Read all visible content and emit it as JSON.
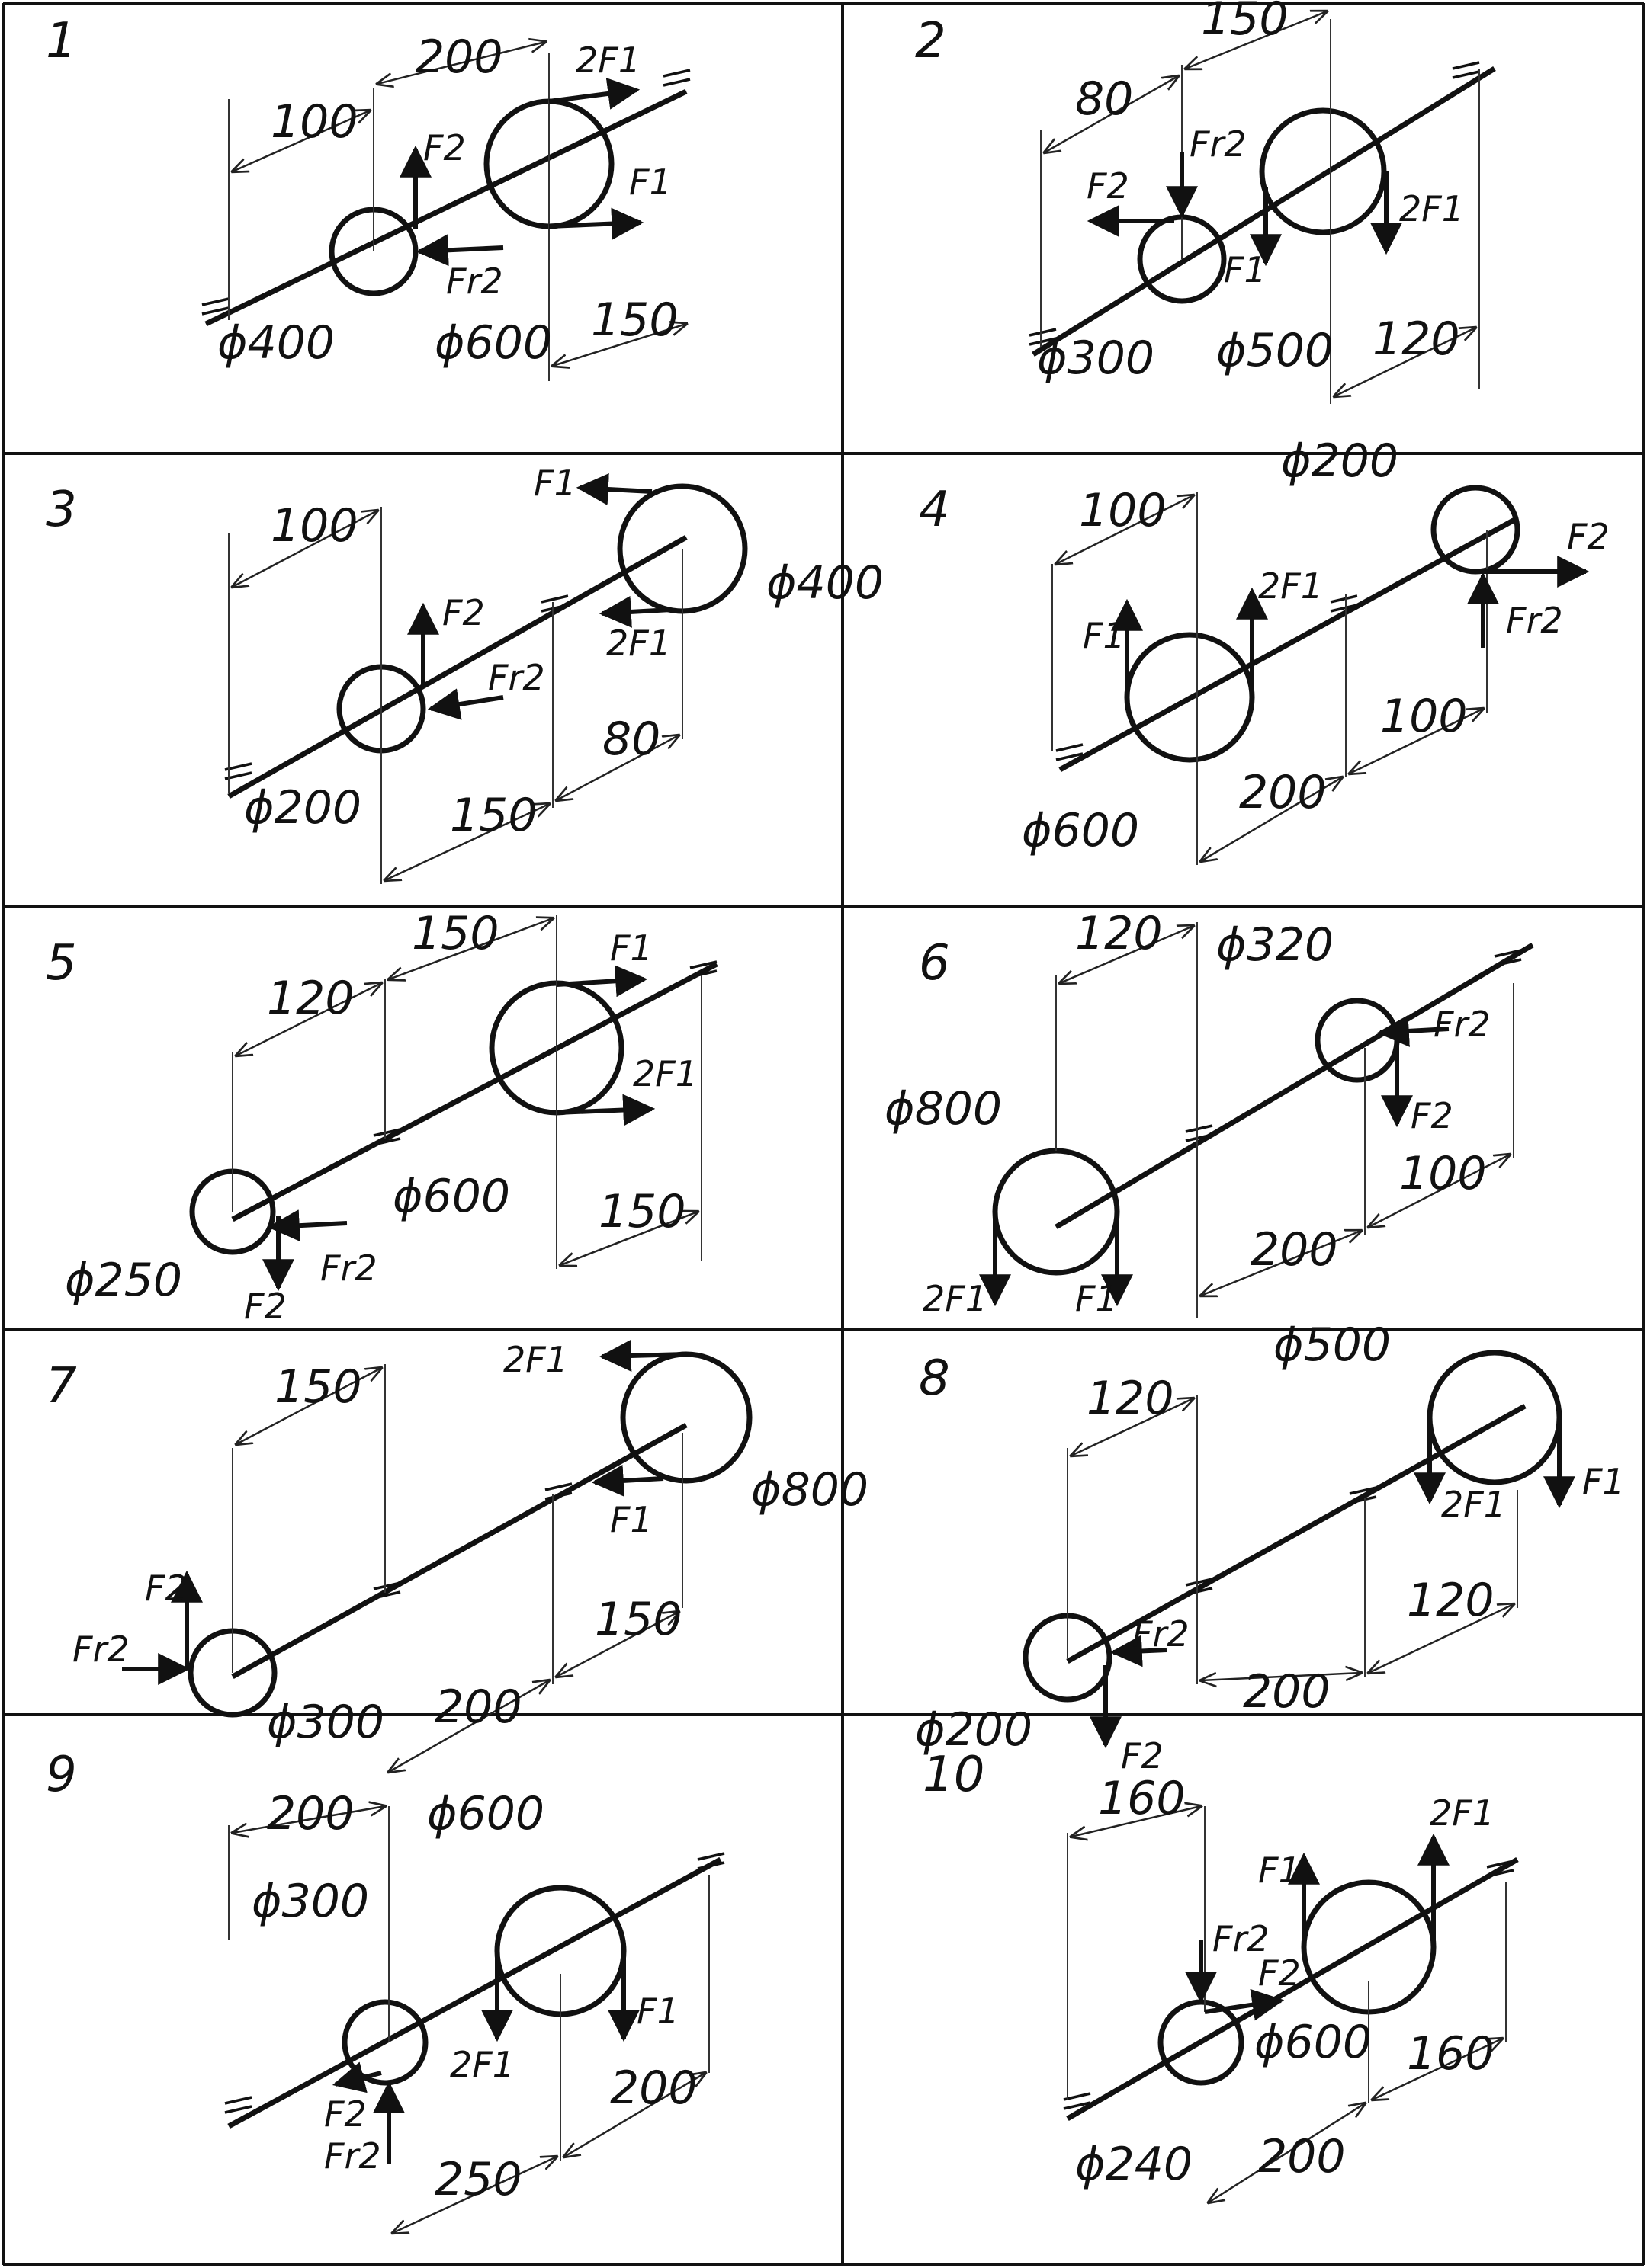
{
  "panels": [
    {
      "num": "1",
      "dims": [
        "100",
        "200",
        "150"
      ],
      "diams": [
        "ϕ400",
        "ϕ600"
      ],
      "forces": [
        "2F1",
        "F1",
        "F2",
        "Fr2"
      ]
    },
    {
      "num": "2",
      "dims": [
        "80",
        "150",
        "120"
      ],
      "diams": [
        "ϕ300",
        "ϕ500"
      ],
      "forces": [
        "Fr2",
        "F2",
        "F1",
        "2F1"
      ]
    },
    {
      "num": "3",
      "dims": [
        "100",
        "150",
        "80"
      ],
      "diams": [
        "ϕ200",
        "ϕ400"
      ],
      "forces": [
        "F1",
        "2F1",
        "F2",
        "Fr2"
      ]
    },
    {
      "num": "4",
      "dims": [
        "100",
        "200",
        "100"
      ],
      "diams": [
        "ϕ600",
        "ϕ200"
      ],
      "forces": [
        "F1",
        "2F1",
        "F2",
        "Fr2"
      ]
    },
    {
      "num": "5",
      "dims": [
        "120",
        "150",
        "150"
      ],
      "diams": [
        "ϕ600",
        "ϕ250"
      ],
      "forces": [
        "F1",
        "2F1",
        "F2",
        "Fr2"
      ]
    },
    {
      "num": "6",
      "dims": [
        "120",
        "200",
        "100"
      ],
      "diams": [
        "ϕ800",
        "ϕ320"
      ],
      "forces": [
        "2F1",
        "F1",
        "Fr2",
        "F2"
      ]
    },
    {
      "num": "7",
      "dims": [
        "150",
        "200",
        "150"
      ],
      "diams": [
        "ϕ300",
        "ϕ800"
      ],
      "forces": [
        "2F1",
        "F1",
        "F2",
        "Fr2"
      ]
    },
    {
      "num": "8",
      "dims": [
        "120",
        "200",
        "120"
      ],
      "diams": [
        "ϕ200",
        "ϕ500"
      ],
      "forces": [
        "F1",
        "2F1",
        "Fr2",
        "F2"
      ]
    },
    {
      "num": "9",
      "dims": [
        "200",
        "250",
        "200"
      ],
      "diams": [
        "ϕ300",
        "ϕ600"
      ],
      "forces": [
        "2F1",
        "F1",
        "F2",
        "Fr2"
      ]
    },
    {
      "num": "10",
      "dims": [
        "160",
        "200",
        "160"
      ],
      "diams": [
        "ϕ240",
        "ϕ600"
      ],
      "forces": [
        "F1",
        "2F1",
        "Fr2",
        "F2"
      ]
    }
  ]
}
